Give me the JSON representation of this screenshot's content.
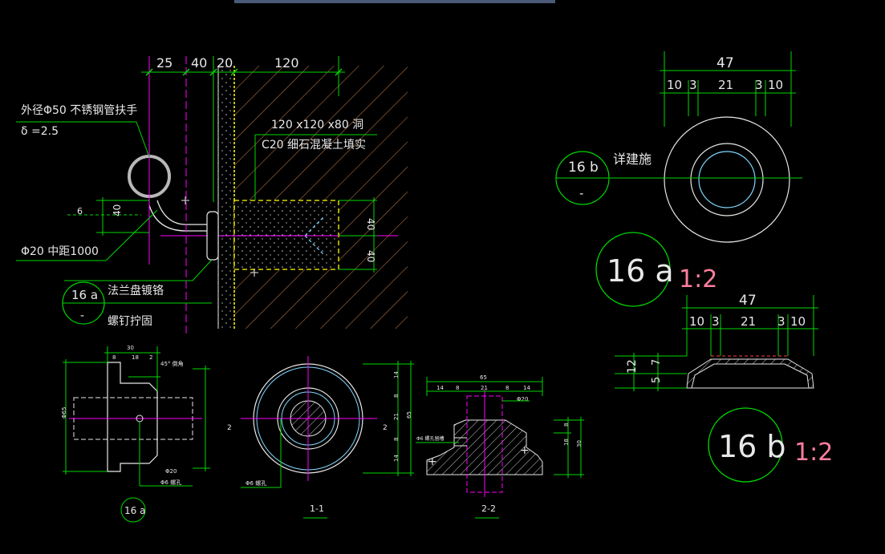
{
  "window": {
    "title_bar_visible": true
  },
  "colors": {
    "background": "#000000",
    "dim_green": "#00d800",
    "outline_white": "#e8e8e8",
    "magenta": "#ff00ff",
    "yellow": "#ffff00",
    "cyan": "#7fd8ff",
    "red": "#ff4040",
    "pink_scale": "#ff7f9f",
    "hatch": "#b07040"
  },
  "main_section": {
    "dims_top": [
      "25",
      "40",
      "20",
      "120"
    ],
    "handrail_note_1": "外径Φ50 不锈钢管扶手",
    "handrail_note_2": "δ =2.5",
    "hole_note_1": "120 x120 x80 洞",
    "hole_note_2": "C20 细石混凝土填实",
    "bar_note": "Φ20 中距1000",
    "small_6": "6",
    "dim_40_left": "40",
    "dims_right": [
      "40",
      "40"
    ],
    "flange_note": "法兰盘镀铬",
    "screw_note": "螺钉拧固",
    "callout_16a_top": "16 a",
    "callout_16a_bottom": "-"
  },
  "detail_16b_plan": {
    "dim_total": "47",
    "dims": [
      "10",
      "3",
      "21",
      "3",
      "10"
    ],
    "callout_top": "16 b",
    "callout_bottom": "-",
    "note": "详建施"
  },
  "label_16a": {
    "text": "16 a",
    "scale": "1:2"
  },
  "detail_16b_section": {
    "dim_total": "47",
    "dims": [
      "10",
      "3",
      "21",
      "3",
      "10"
    ],
    "dims_left": [
      "12",
      "5",
      "7"
    ]
  },
  "label_16b": {
    "text": "16 b",
    "scale": "1:2"
  },
  "bottom_details": {
    "d1_dims_top": [
      "30",
      "8",
      "18",
      "2"
    ],
    "d1_note_45": "45° 倒角",
    "d1_phi": "Φ65",
    "d1_phi20": "Φ20",
    "d1_bolt_note": "Φ6 螺孔",
    "d1_label": "16 a",
    "d2_side": "2",
    "d2_bolt_note": "Φ6 螺孔",
    "d2_right_dims": [
      "14",
      "8",
      "21",
      "8",
      "14"
    ],
    "d2_total": "65",
    "d2_label": "1-1",
    "d3_dims_top": [
      "65"
    ],
    "d3_dims_sub": [
      "14",
      "8",
      "21",
      "8",
      "14"
    ],
    "d3_phi20": "Φ20",
    "d3_bolt_note": "Φ6 螺孔留槽",
    "d3_right_dims": [
      "8",
      "18",
      "30"
    ],
    "d3_label": "2-2"
  }
}
